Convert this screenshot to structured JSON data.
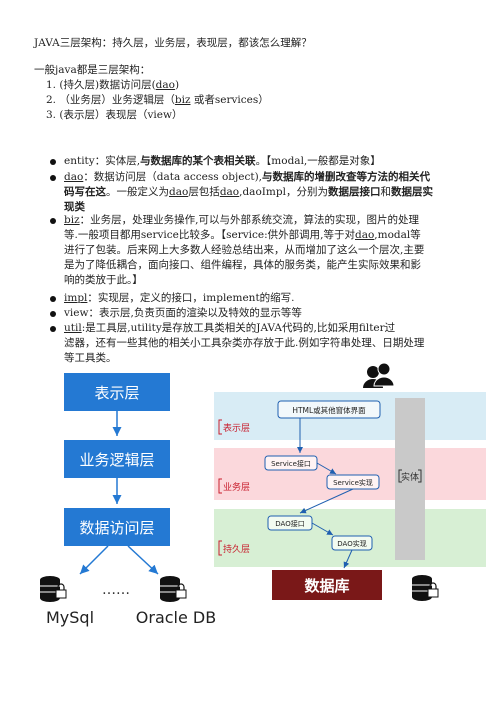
{
  "title": "JAVA三层架构：持久层，业务层，表现层，都该怎么理解？",
  "intro": "一般java都是三层架构：",
  "numbered": [
    {
      "num": "1.",
      "pre": "(持久层)数据访问层(",
      "u": "dao",
      "post": ")"
    },
    {
      "num": "2.",
      "pre": "（业务层）业务逻辑层（",
      "u": "biz",
      "post": " 或者services）"
    },
    {
      "num": "3.",
      "pre": "(表示层）表现层（view）",
      "u": "",
      "post": ""
    }
  ],
  "bullets": {
    "entity": {
      "term": "entity",
      "a": "：实体层,",
      "b": "与数据库的某个表相关联",
      "c": "。【modal,一般都是对象】"
    },
    "dao": {
      "term": "dao",
      "a": "：数据访问层（data access object),",
      "b1": "与数据库的增删改查等方法的相关代",
      "b2": "码写在这",
      "c": "。一般定义为",
      "u1": "dao",
      "d": "层包括",
      "u2": "dao",
      "e": ",daoImpl，分别为",
      "f": "数据层接口",
      "g": "和",
      "h": "数据层实",
      "h2": "现类"
    },
    "biz": {
      "term": "biz",
      "l1": "：业务层，处理业务操作,可以与外部系统交流，算法的实现，图片的处理",
      "l2a": "等.一般项目都用service比较多。【service:供外部调用,等于对",
      "l2u": "dao",
      "l2b": ",modal等",
      "l3": "进行了包装。后来网上大多数人经验总结出来，从而增加了这么一个层次,主要",
      "l4": "是为了降低耦合，面向接口、组件编程，具体的服务类，能产生实际效果和影",
      "l5": "响的类放于此。】"
    },
    "impl": {
      "term": "impl",
      "text": "：实现层，定义的接口，implement的缩写."
    },
    "view": {
      "term": "view",
      "text": "：表示层,负责页面的渲染以及特效的显示等等"
    },
    "util": {
      "term": "util",
      "l1": ":是工具层,utility是存放工具类相关的JAVA代码的,比如采用filter过",
      "l2": "滤器，还有一些其他的相关小工具杂类亦存放于此.例如字符串处理、日期处理",
      "l3": "等工具类。"
    }
  },
  "left_diagram": {
    "boxes": [
      "表示层",
      "业务逻辑层",
      "数据访问层"
    ],
    "db_labels": [
      "MySql",
      "Oracle DB"
    ],
    "ellipsis": "……",
    "box_color": "#2479d3"
  },
  "right_diagram": {
    "zone_labels": [
      "表示层",
      "业务层",
      "持久层"
    ],
    "nodes": [
      "HTML或其他窗体界面",
      "Service接口",
      "Service实现",
      "DAO接口",
      "DAO实现"
    ],
    "entity_label": "实体",
    "db_label": "数据库",
    "colors": {
      "blue_zone": "#d8ecf5",
      "red_zone": "#fbd8dc",
      "green_zone": "#d7efd4",
      "db": "#7a1818"
    }
  }
}
